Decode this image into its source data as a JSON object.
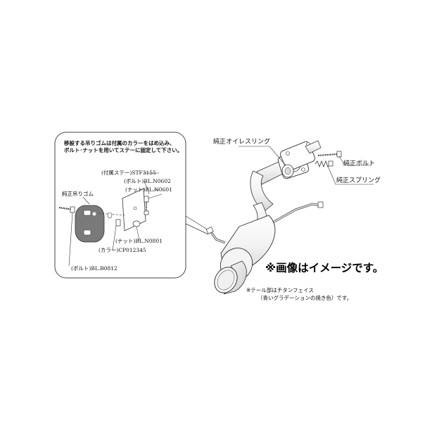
{
  "inset": {
    "instruction_line1": "移設する吊りゴムは付属のカラーをはめ込み、",
    "instruction_line2": "ボルト･ナットを用いてステーに固定して下さい。",
    "stay_label": "(付属ステー)STF3155",
    "bolt1_label": "(ボルト)BL.N0602",
    "nut1_label": "(ナット)BL.N0601",
    "hanger_label": "純正吊りゴム",
    "nut2_label": "(ナット)BL.N0801",
    "collar_label": "(カラー)CP012345",
    "bolt2_label": "(ボルト)BL.B0812"
  },
  "main": {
    "oil_ring_label": "純正オイレスリング",
    "bolt_label": "純正ボルト",
    "spring_label": "純正スプリング",
    "tail_note_line1": "※テール部はチタンフェイス",
    "tail_note_line2": "（青いグラデーションの焼き色）です。"
  },
  "disclaimer": "※画像はイメージです。",
  "colors": {
    "line": "#222222",
    "rubber": "#777777",
    "pipe_fill": "#f7f7f7",
    "inset_border": "#444444"
  }
}
